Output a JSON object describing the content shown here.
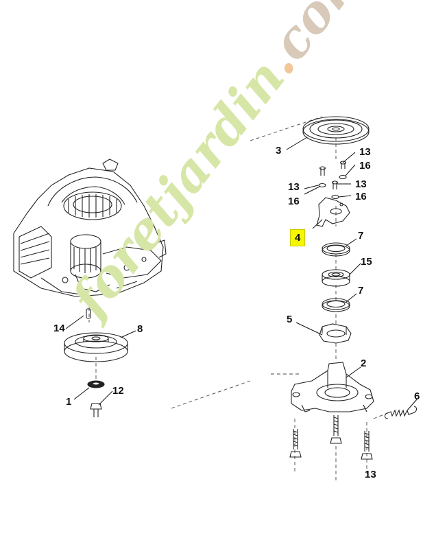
{
  "callouts": {
    "c3": "3",
    "c13a": "13",
    "c16a": "16",
    "c13b": "13",
    "c16b": "16",
    "c13c": "13",
    "c16c": "16",
    "c4": "4",
    "c7a": "7",
    "c15": "15",
    "c7b": "7",
    "c5": "5",
    "c2": "2",
    "c6": "6",
    "c14": "14",
    "c8": "8",
    "c1": "1",
    "c12": "12",
    "c13d": "13"
  },
  "watermark": {
    "text_fore": "foretjardin",
    "text_dot": ".",
    "text_end": "com"
  },
  "colors": {
    "highlight": "#f4f700",
    "watermark_green": "#d6e6a6",
    "watermark_orange": "#f3c79a",
    "watermark_brown": "#d8c9b8",
    "line": "#222222"
  }
}
